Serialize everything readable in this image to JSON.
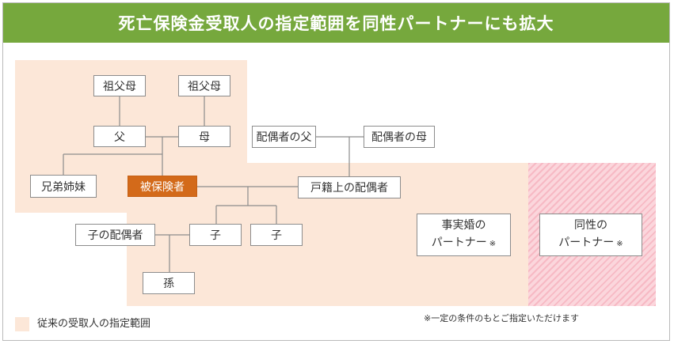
{
  "title": "死亡保険金受取人の指定範囲を同性パートナーにも拡大",
  "nodes": {
    "grandparent1": "祖父母",
    "grandparent2": "祖父母",
    "father": "父",
    "mother": "母",
    "siblings": "兄弟姉妹",
    "insured": "被保険者",
    "spouse_father": "配偶者の父",
    "spouse_mother": "配偶者の母",
    "legal_spouse": "戸籍上の配偶者",
    "child_spouse": "子の配偶者",
    "child1": "子",
    "child2": "子",
    "grandchild": "孫",
    "common_law_line1": "事実婚の",
    "common_law_line2": "パートナー",
    "same_sex_line1": "同性の",
    "same_sex_line2": "パートナー",
    "note_mark": "※"
  },
  "legend": {
    "label": "従来の受取人の指定範囲",
    "color": "#fce7d8"
  },
  "footnote": "※一定の条件のもとご指定いただけます",
  "colors": {
    "header": "#76a83d",
    "insured": "#d36a1a",
    "hatch": "#f7b9c4"
  }
}
